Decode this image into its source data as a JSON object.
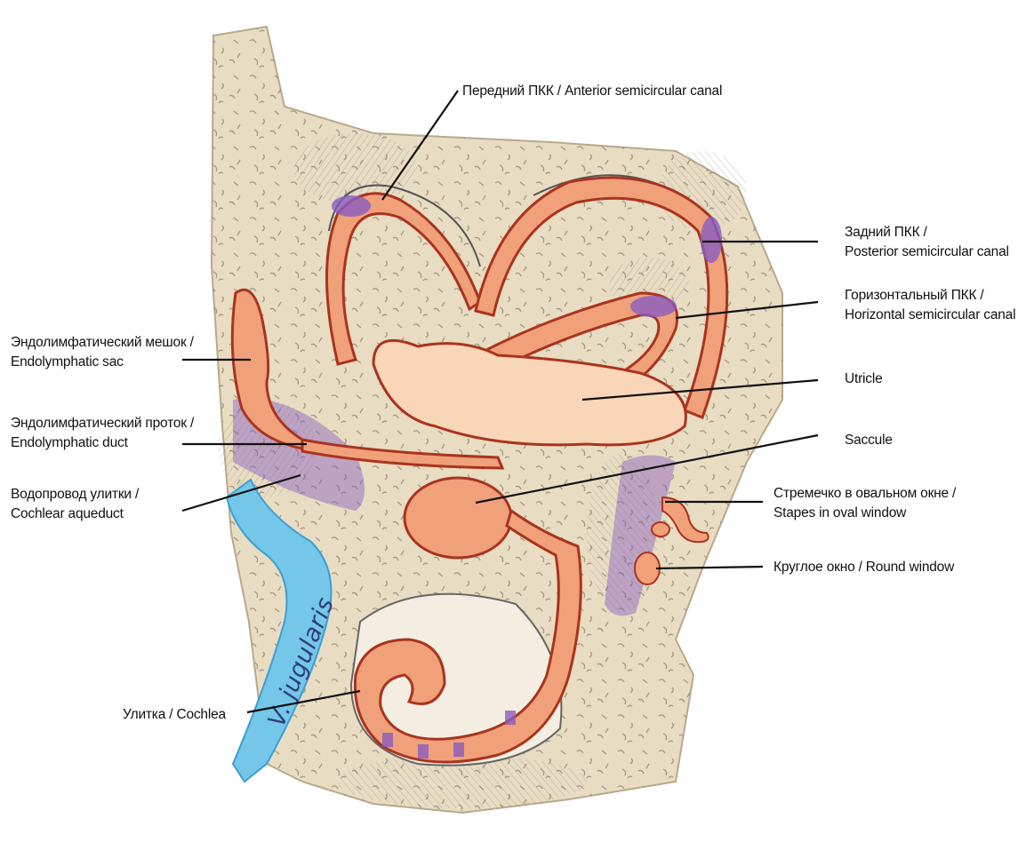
{
  "labels": {
    "anterior": {
      "line1": "Передний ПКК / Anterior semicircular canal"
    },
    "posterior": {
      "line1": "Задний ПКК /",
      "line2": "Posterior semicircular canal"
    },
    "horizontal": {
      "line1": "Горизонтальный ПКК /",
      "line2": "Horizontal semicircular canal"
    },
    "utricle": {
      "line1": "Utricle"
    },
    "saccule": {
      "line1": "Saccule"
    },
    "stapes": {
      "line1": "Стремечко в овальном окне /",
      "line2": "Stapes in oval window"
    },
    "round_window": {
      "line1": "Круглое окно / Round window"
    },
    "endolymphatic_sac": {
      "line1": "Эндолимфатический мешок /",
      "line2": "Endolymphatic sac"
    },
    "endolymphatic_duct": {
      "line1": "Эндолимфатический проток /",
      "line2": "Endolymphatic duct"
    },
    "cochlear_aqueduct": {
      "line1": "Водопровод улитки /",
      "line2": "Cochlear aqueduct"
    },
    "cochlea": {
      "line1": "Улитка / Cochlea"
    }
  },
  "vessel_label": "V. jugularis",
  "colors": {
    "bone": "#e8dcc3",
    "bone_speckle": "#8a7a66",
    "membrane": "#f0a17a",
    "membrane_light": "#f9d6b8",
    "membrane_edge": "#a9341f",
    "sensory": "#8a5cc0",
    "vein": "#74c7e8",
    "leader": "#111111"
  },
  "icons": [
    "anatomy-illustration"
  ]
}
